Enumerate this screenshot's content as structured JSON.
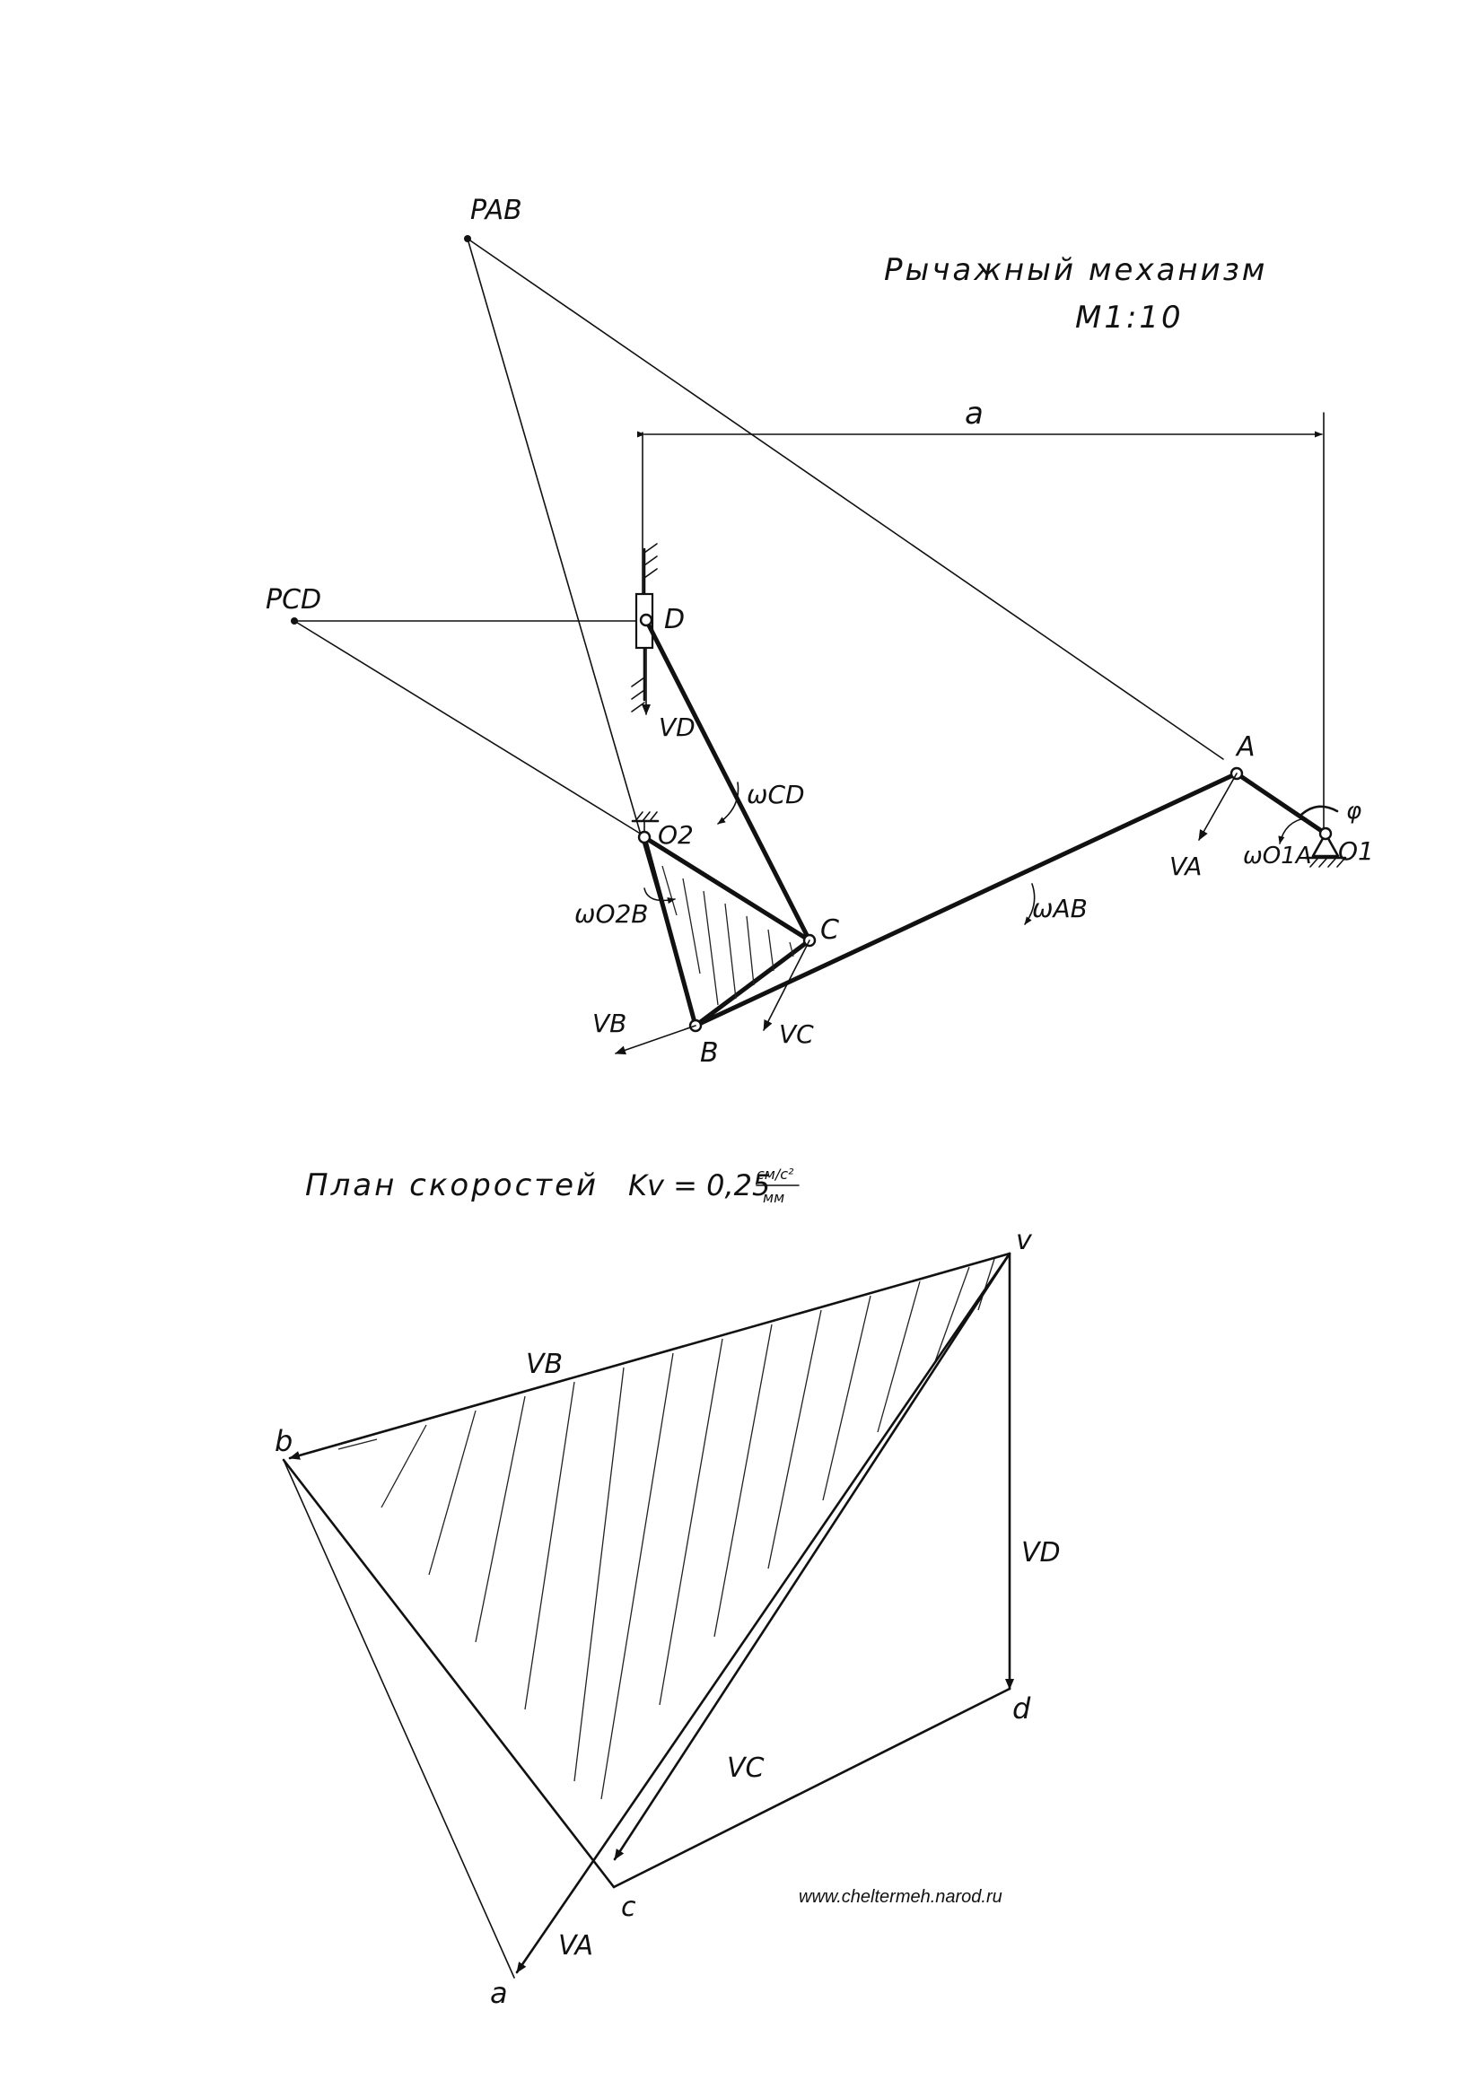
{
  "mechanism": {
    "title": "Рычажный механизм",
    "scale": "М1:10",
    "dimension_label": "a",
    "points": {
      "P_AB": "PAB",
      "P_CD": "PCD",
      "D": "D",
      "O2": "O2",
      "C": "C",
      "B": "B",
      "A": "A",
      "O1": "O1",
      "phi": "φ"
    },
    "velocities": {
      "VD": "VD",
      "VA": "VA",
      "VB": "VB",
      "VC": "VC"
    },
    "angular": {
      "wCD": "ωCD",
      "wAB": "ωAB",
      "wO2B": "ωO2B",
      "wO1A": "ωO1A"
    }
  },
  "velocity_plan": {
    "title": "План скоростей",
    "scale_prefix": "Kv = 0,25",
    "scale_unit_num": "см/с²",
    "scale_unit_den": "мм",
    "points": {
      "v": "v",
      "b": "b",
      "d": "d",
      "c": "c",
      "a": "a"
    },
    "vectors": {
      "VB": "VB",
      "VD": "VD",
      "VC": "VC",
      "VA": "VA"
    }
  },
  "watermark": "www.cheltermeh.narod.ru",
  "colors": {
    "ink": "#111111",
    "paper": "#ffffff"
  }
}
